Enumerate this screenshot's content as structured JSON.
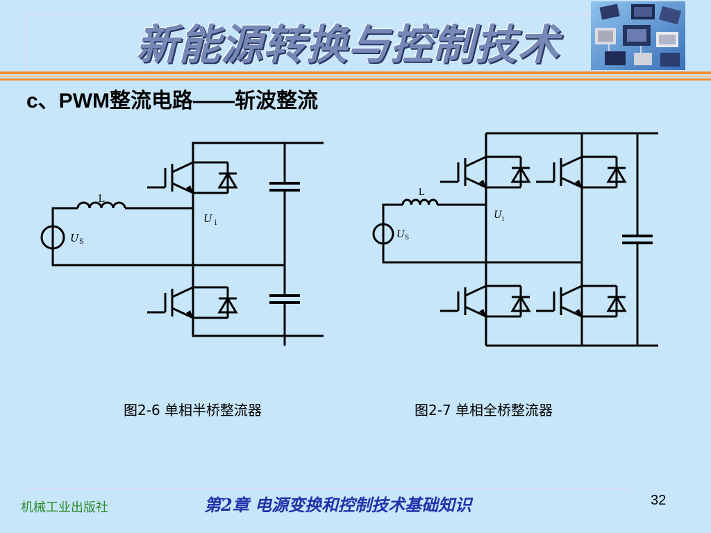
{
  "slide": {
    "title": "新能源转换与控制技术",
    "section_title": "c、PWM整流电路——斩波整流",
    "page_number": "32"
  },
  "figures": {
    "half_bridge": {
      "inductor_label": "L",
      "source_label": "U",
      "source_subscript": "S",
      "voltage_label": "U",
      "voltage_subscript": "i",
      "caption": "图2-6  单相半桥整流器"
    },
    "full_bridge": {
      "inductor_label": "L",
      "source_label": "U",
      "source_subscript": "S",
      "voltage_label": "U",
      "voltage_subscript": "i",
      "caption": "图2-7  单相全桥整流器"
    }
  },
  "footer": {
    "publisher": "机械工业出版社",
    "chapter": "第2章  电源变换和控制技术基础知识"
  },
  "colors": {
    "background": "#c8e6fa",
    "accent_stripe": "#f08a2a",
    "title": "#7688b6",
    "publisher": "#2a8a2a",
    "chapter": "#2233aa"
  },
  "icons": {
    "photo": "electronic-components-photo"
  }
}
